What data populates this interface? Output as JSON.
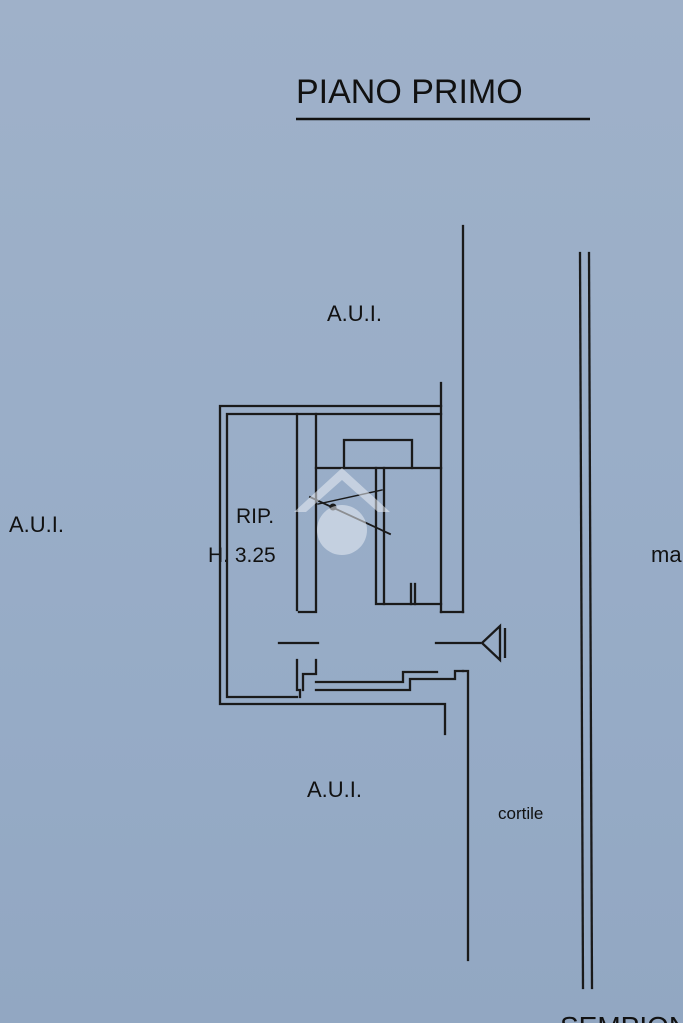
{
  "plan": {
    "title": "PIANO PRIMO",
    "label_top": "A.U.I.",
    "label_left": "A.U.I.",
    "label_bottom": "A.U.I.",
    "room_name": "RIP.",
    "room_height": "H. 3.25",
    "courtyard": "cortile",
    "right_edge_text": "ma",
    "bottom_edge_text": "SEMPIONE"
  },
  "icons": {
    "entry_marker": "entry-arrow-icon",
    "watermark": "house-logo-icon"
  }
}
